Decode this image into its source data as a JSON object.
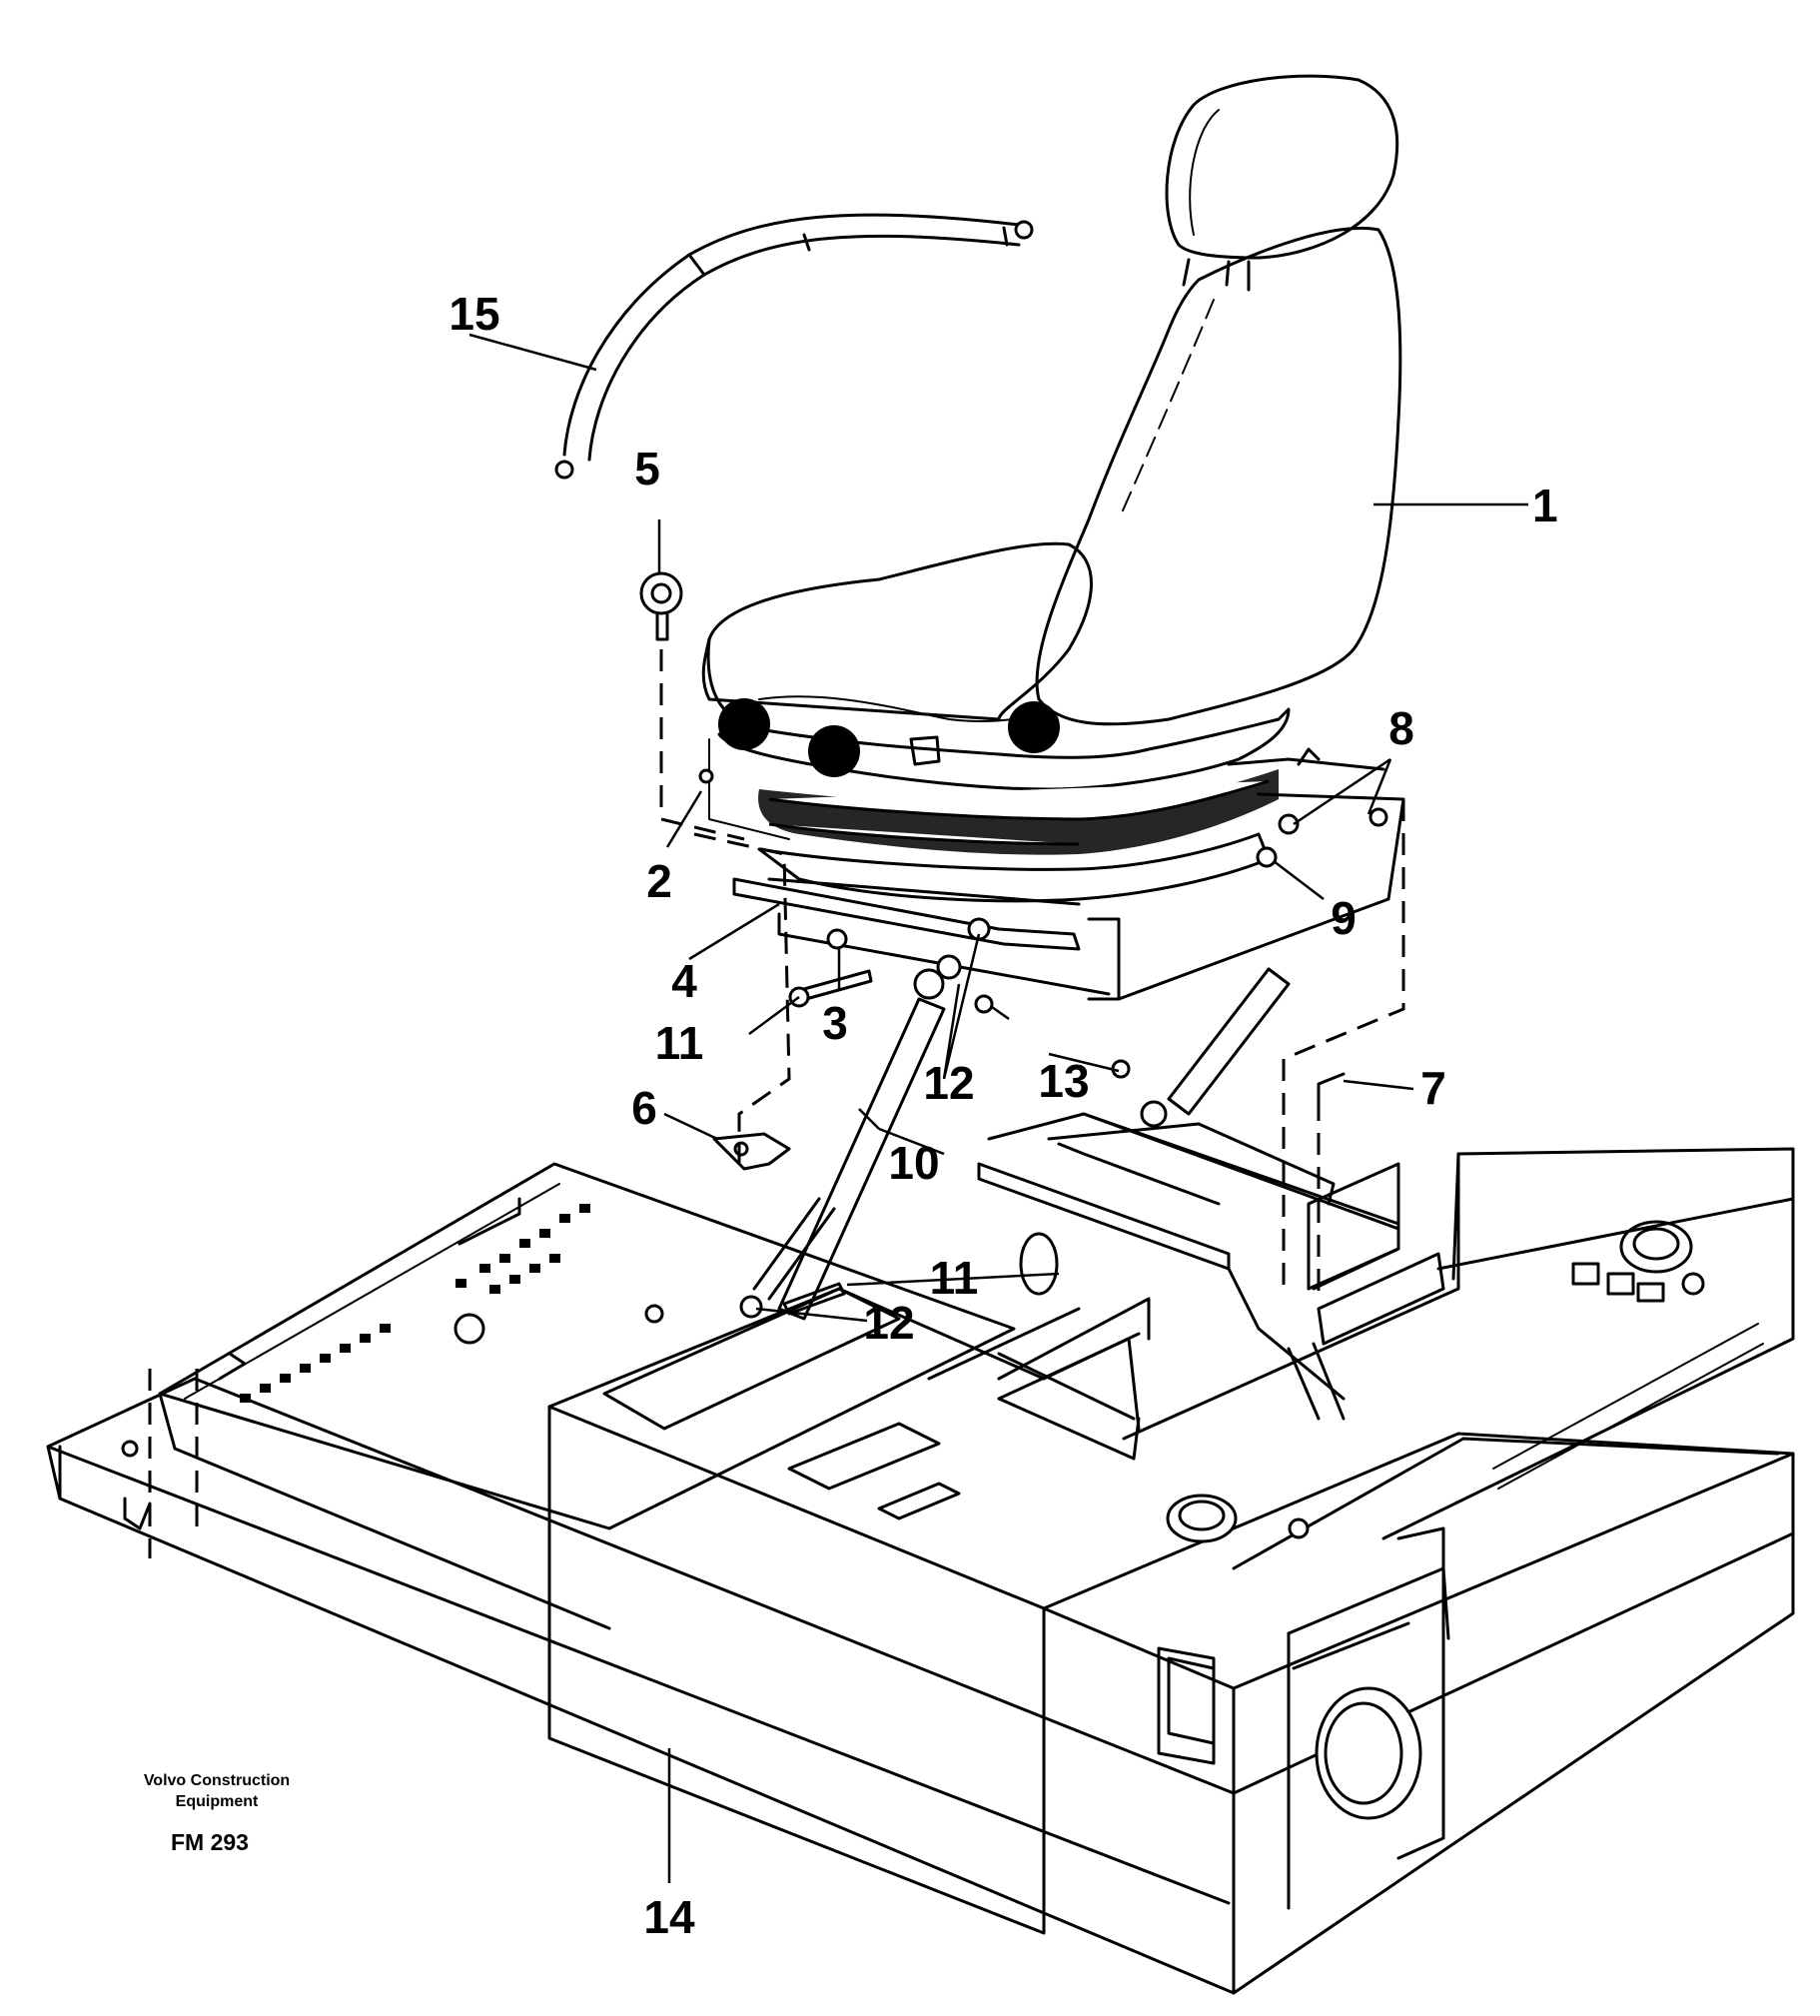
{
  "callouts": {
    "c1": "1",
    "c2": "2",
    "c3": "3",
    "c4": "4",
    "c5": "5",
    "c6": "6",
    "c7": "7",
    "c8": "8",
    "c9": "9",
    "c10": "10",
    "c11a": "11",
    "c11b": "11",
    "c12a": "12",
    "c12b": "12",
    "c13": "13",
    "c14": "14",
    "c15": "15"
  },
  "credit": {
    "line1": "Volvo Construction",
    "line2": "Equipment",
    "code": "FM 293"
  }
}
